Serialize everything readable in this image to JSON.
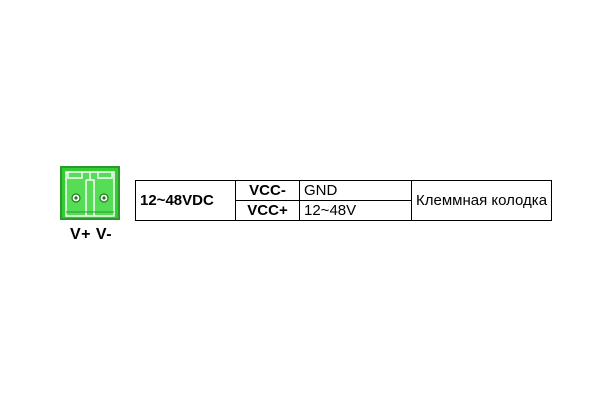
{
  "connector": {
    "icon": "terminal-block-icon",
    "color": "#33cc33",
    "pin_labels": "V+ V-"
  },
  "table": {
    "voltage": "12~48VDC",
    "rows": [
      {
        "pin": "VCC-",
        "signal": "GND"
      },
      {
        "pin": "VCC+",
        "signal": "12~48V"
      }
    ],
    "description": "Клеммная колодка"
  }
}
